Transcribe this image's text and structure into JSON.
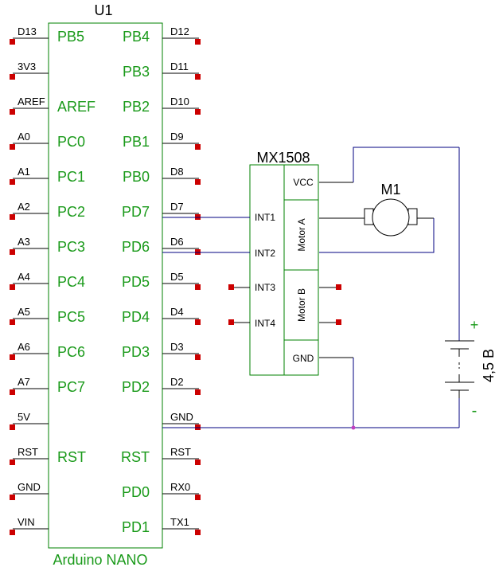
{
  "u1": {
    "ref": "U1",
    "name": "Arduino NANO",
    "left_pins": [
      {
        "net": "D13",
        "port": "PB5"
      },
      {
        "net": "3V3",
        "port": ""
      },
      {
        "net": "AREF",
        "port": "AREF"
      },
      {
        "net": "A0",
        "port": "PC0"
      },
      {
        "net": "A1",
        "port": "PC1"
      },
      {
        "net": "A2",
        "port": "PC2"
      },
      {
        "net": "A3",
        "port": "PC3"
      },
      {
        "net": "A4",
        "port": "PC4"
      },
      {
        "net": "A5",
        "port": "PC5"
      },
      {
        "net": "A6",
        "port": "PC6"
      },
      {
        "net": "A7",
        "port": "PC7"
      },
      {
        "net": "5V",
        "port": ""
      },
      {
        "net": "RST",
        "port": "RST"
      },
      {
        "net": "GND",
        "port": ""
      },
      {
        "net": "VIN",
        "port": ""
      }
    ],
    "right_pins": [
      {
        "net": "D12",
        "port": "PB4"
      },
      {
        "net": "D11",
        "port": "PB3"
      },
      {
        "net": "D10",
        "port": "PB2"
      },
      {
        "net": "D9",
        "port": "PB1"
      },
      {
        "net": "D8",
        "port": "PB0"
      },
      {
        "net": "D7",
        "port": "PD7"
      },
      {
        "net": "D6",
        "port": "PD6"
      },
      {
        "net": "D5",
        "port": "PD5"
      },
      {
        "net": "D4",
        "port": "PD4"
      },
      {
        "net": "D3",
        "port": "PD3"
      },
      {
        "net": "D2",
        "port": "PD2"
      },
      {
        "net": "GND",
        "port": ""
      },
      {
        "net": "RST",
        "port": "RST"
      },
      {
        "net": "RX0",
        "port": "PD0"
      },
      {
        "net": "TX1",
        "port": "PD1"
      }
    ]
  },
  "driver": {
    "name": "MX1508",
    "inputs": [
      "INT1",
      "INT2",
      "INT3",
      "INT4"
    ],
    "vcc": "VCC",
    "gnd": "GND",
    "motor_a": "Motor A",
    "motor_b": "Motor B"
  },
  "motor": {
    "ref": "M1"
  },
  "battery": {
    "value": "4,5 B",
    "plus": "+",
    "minus": "-"
  },
  "colors": {
    "wire": "#000080",
    "pin_end": "#cc0000",
    "body": "#008000",
    "port_label": "#1a9a1a",
    "junction": "#c040c0"
  }
}
